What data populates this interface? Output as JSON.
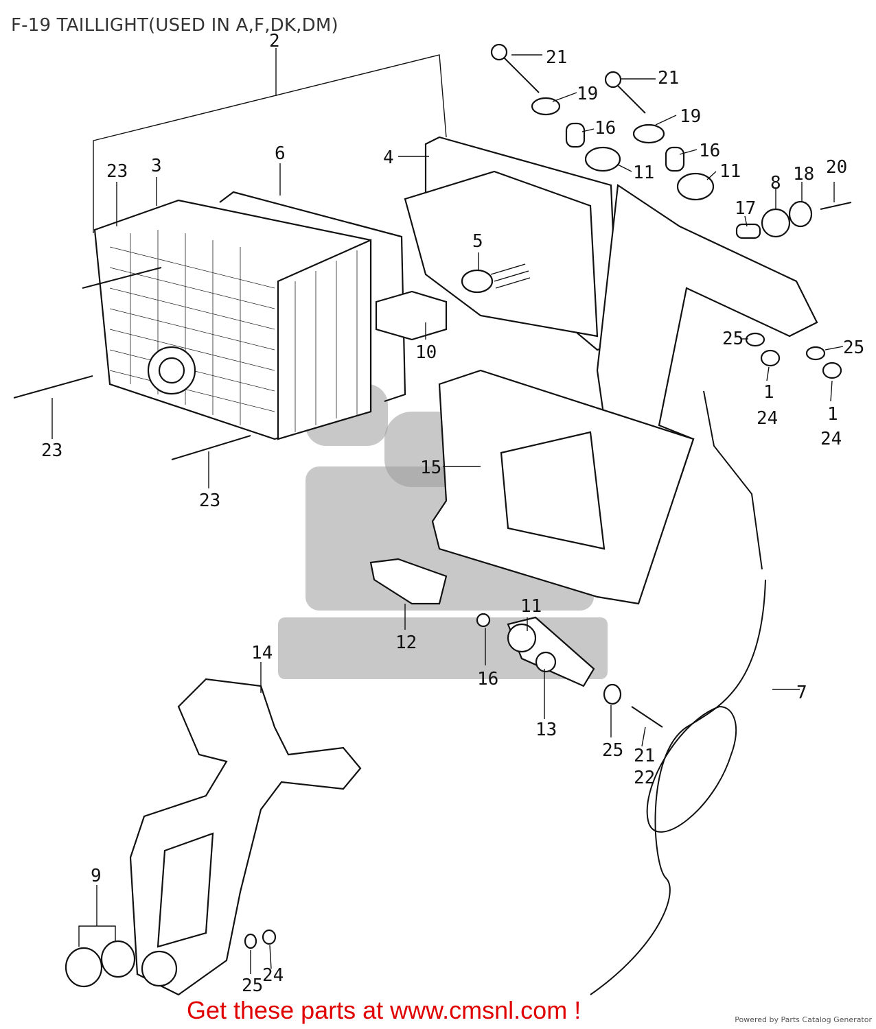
{
  "title": "F-19 TAILLIGHT(USED IN A,F,DK,DM)",
  "callouts": {
    "c2": "2",
    "c3": "3",
    "c4": "4",
    "c5": "5",
    "c6": "6",
    "c7": "7",
    "c8": "8",
    "c9": "9",
    "c10": "10",
    "c12": "12",
    "c13": "13",
    "c14": "14",
    "c15": "15",
    "c17": "17",
    "c18": "18",
    "c20": "20",
    "c21a": "21",
    "c21b": "21",
    "c21c": "21",
    "c22": "22",
    "c19a": "19",
    "c19b": "19",
    "c16a": "16",
    "c16b": "16",
    "c16c": "16",
    "c11a": "11",
    "c11b": "11",
    "c11c": "11",
    "c23a": "23",
    "c23b": "23",
    "c23c": "23",
    "c25a": "25",
    "c25b": "25",
    "c25c": "25",
    "c25d": "25",
    "c1a": "1",
    "c1b": "1",
    "c24a": "24",
    "c24b": "24",
    "c24c": "24"
  },
  "footer": {
    "cta": "Get these parts at www.cmsnl.com !",
    "credit": "Powered by Parts Catalog Generator"
  }
}
